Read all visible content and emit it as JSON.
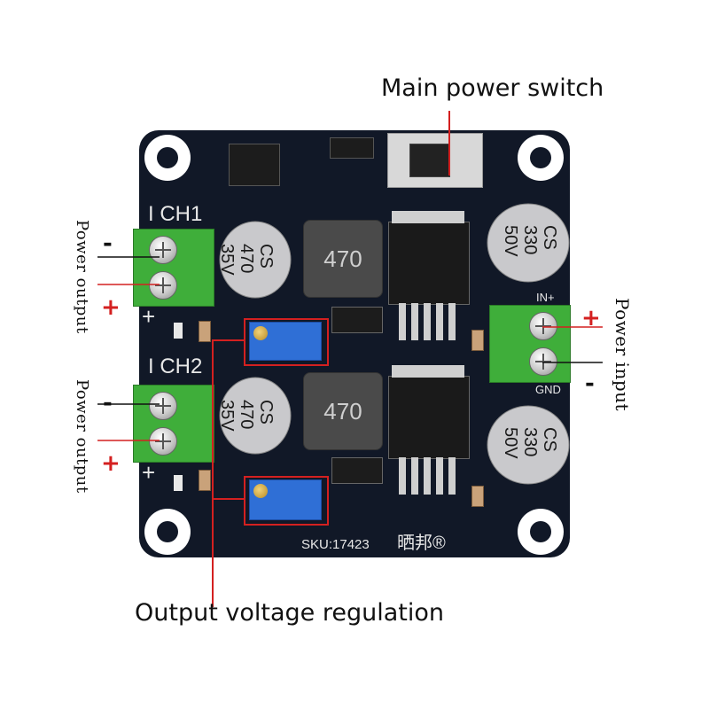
{
  "callouts": {
    "main_power_switch": "Main power switch",
    "output_voltage_regulation": "Output voltage regulation",
    "power_output_ch1": "Power output",
    "power_output_ch2": "Power output",
    "power_input": "Power input"
  },
  "signs": {
    "minus": "-",
    "plus": "+"
  },
  "silkscreen": {
    "ch1": "I CH1",
    "ch2": "I CH2",
    "in_plus": "IN+",
    "gnd": "GND",
    "sku": "SKU:17423",
    "brand": "晒邦®",
    "plus": "+"
  },
  "components": {
    "cap_small_top": {
      "l1": "CS",
      "l2": "470",
      "l3": "35V"
    },
    "cap_small_bottom": {
      "l1": "CS",
      "l2": "470",
      "l3": "35V"
    },
    "cap_large_top": {
      "l1": "CS",
      "l2": "330",
      "l3": "50V"
    },
    "cap_large_bottom": {
      "l1": "CS",
      "l2": "330",
      "l3": "50V"
    },
    "inductor_top": "470",
    "inductor_bottom": "470"
  },
  "colors": {
    "board": "#111827",
    "terminal_green": "#3fae3a",
    "callout_red": "#d42020",
    "pot_blue": "#2f6fd6"
  }
}
